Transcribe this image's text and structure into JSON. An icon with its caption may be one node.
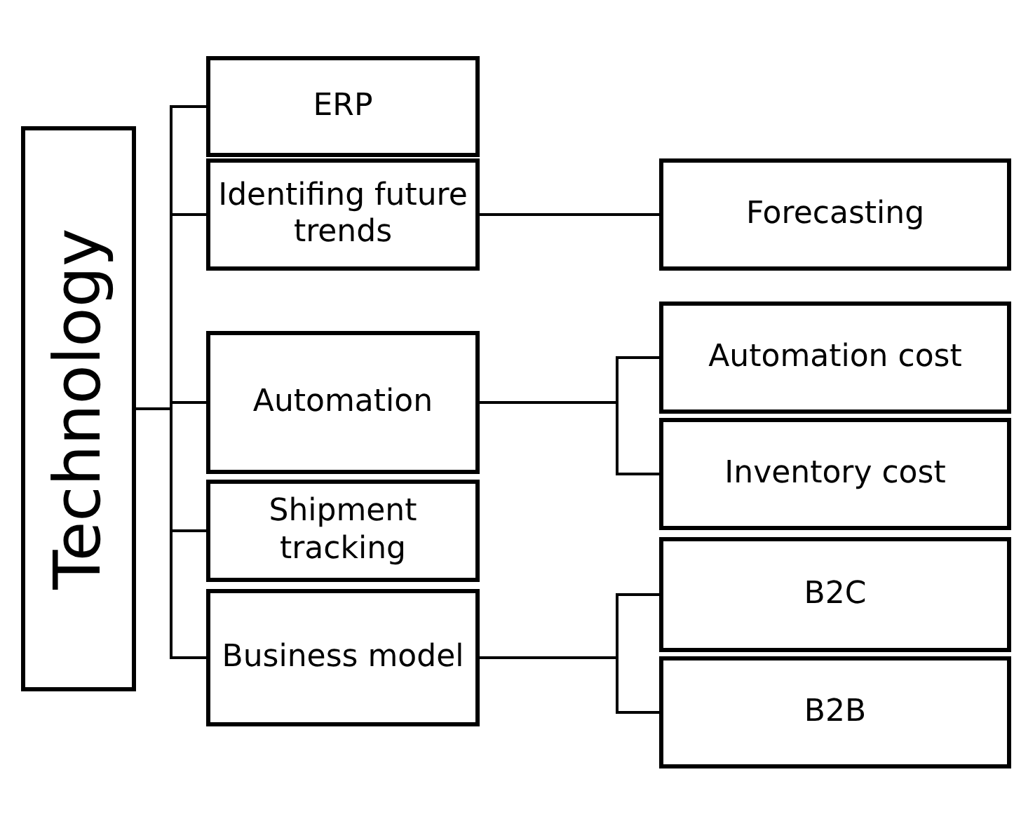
{
  "diagram": {
    "nodes": [
      {
        "text": [
          "Technology"
        ]
      },
      {
        "text": [
          "ERP"
        ]
      },
      {
        "text": [
          "Identifing future trends"
        ]
      },
      {
        "text": [
          "Forecasting"
        ]
      },
      {
        "text": [
          "Automation"
        ]
      },
      {
        "text": [
          "Automation cost"
        ]
      },
      {
        "text": [
          "Inventory cost"
        ]
      },
      {
        "text": [
          "Shipment tracking"
        ]
      },
      {
        "text": [
          "Business model"
        ]
      },
      {
        "text": [
          "B2C"
        ]
      },
      {
        "text": [
          "B2B"
        ]
      }
    ],
    "edges": [
      {
        "from": 0,
        "to": 1,
        "arrow": "none"
      },
      {
        "from": 0,
        "to": 2,
        "arrow": "none"
      },
      {
        "from": 0,
        "to": 4,
        "arrow": "none"
      },
      {
        "from": 0,
        "to": 7,
        "arrow": "none"
      },
      {
        "from": 0,
        "to": 8,
        "arrow": "none"
      },
      {
        "from": 2,
        "to": 3,
        "arrow": "none"
      },
      {
        "from": 4,
        "to": 5,
        "arrow": "none"
      },
      {
        "from": 4,
        "to": 6,
        "arrow": "none"
      },
      {
        "from": 8,
        "to": 9,
        "arrow": "none"
      },
      {
        "from": 8,
        "to": 10,
        "arrow": "none"
      }
    ]
  }
}
